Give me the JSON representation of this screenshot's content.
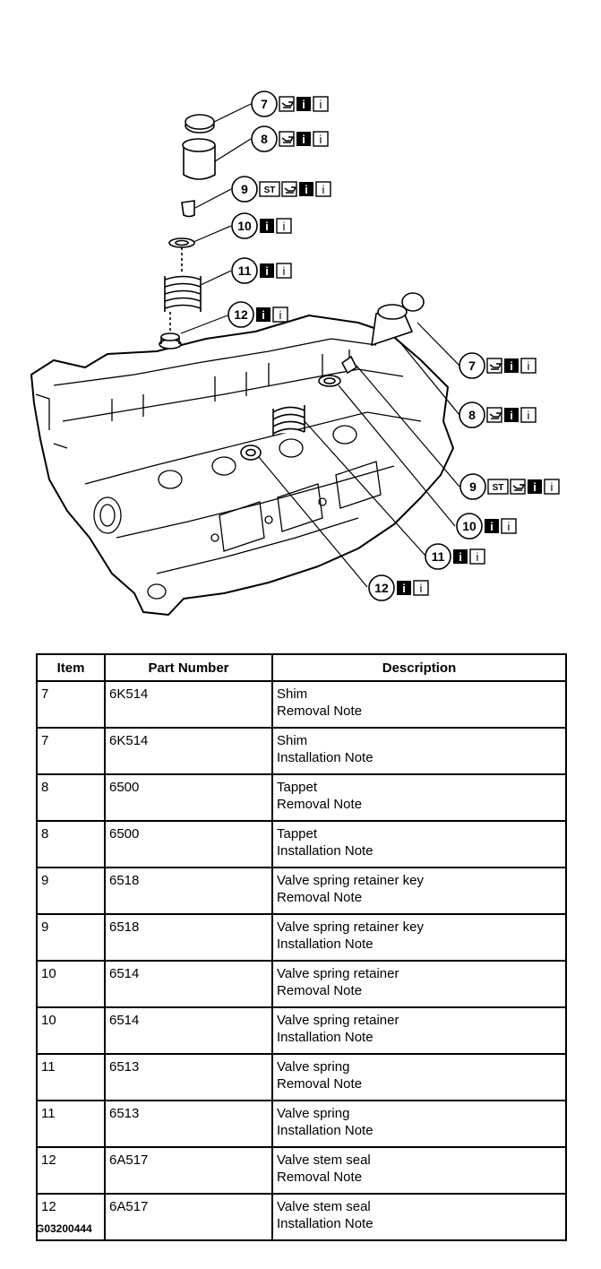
{
  "callouts": [
    {
      "num": "7",
      "st": false,
      "oil": true
    },
    {
      "num": "8",
      "st": false,
      "oil": true
    },
    {
      "num": "9",
      "st": true,
      "oil": true
    },
    {
      "num": "10",
      "st": false,
      "oil": false
    },
    {
      "num": "11",
      "st": false,
      "oil": false
    },
    {
      "num": "12",
      "st": false,
      "oil": false
    },
    {
      "num": "7",
      "st": false,
      "oil": true
    },
    {
      "num": "8",
      "st": false,
      "oil": true
    },
    {
      "num": "9",
      "st": true,
      "oil": true
    },
    {
      "num": "10",
      "st": false,
      "oil": false
    },
    {
      "num": "11",
      "st": false,
      "oil": false
    },
    {
      "num": "12",
      "st": false,
      "oil": false
    }
  ],
  "icon_text": {
    "st": "ST",
    "info": "i"
  },
  "table": {
    "headers": [
      "Item",
      "Part Number",
      "Description"
    ],
    "rows": [
      {
        "item": "7",
        "part": "6K514",
        "name": "Shim",
        "note": "Removal Note"
      },
      {
        "item": "7",
        "part": "6K514",
        "name": "Shim",
        "note": "Installation Note"
      },
      {
        "item": "8",
        "part": "6500",
        "name": "Tappet",
        "note": "Removal Note"
      },
      {
        "item": "8",
        "part": "6500",
        "name": "Tappet",
        "note": "Installation Note"
      },
      {
        "item": "9",
        "part": "6518",
        "name": "Valve spring retainer key",
        "note": "Removal Note"
      },
      {
        "item": "9",
        "part": "6518",
        "name": "Valve spring retainer key",
        "note": "Installation Note"
      },
      {
        "item": "10",
        "part": "6514",
        "name": "Valve spring retainer",
        "note": "Removal Note"
      },
      {
        "item": "10",
        "part": "6514",
        "name": "Valve spring retainer",
        "note": "Installation Note"
      },
      {
        "item": "11",
        "part": "6513",
        "name": "Valve spring",
        "note": "Removal Note"
      },
      {
        "item": "11",
        "part": "6513",
        "name": "Valve spring",
        "note": "Installation Note"
      },
      {
        "item": "12",
        "part": "6A517",
        "name": "Valve stem seal",
        "note": "Removal Note"
      },
      {
        "item": "12",
        "part": "6A517",
        "name": "Valve stem seal",
        "note": "Installation Note"
      }
    ]
  },
  "figure_code": "G03200444"
}
